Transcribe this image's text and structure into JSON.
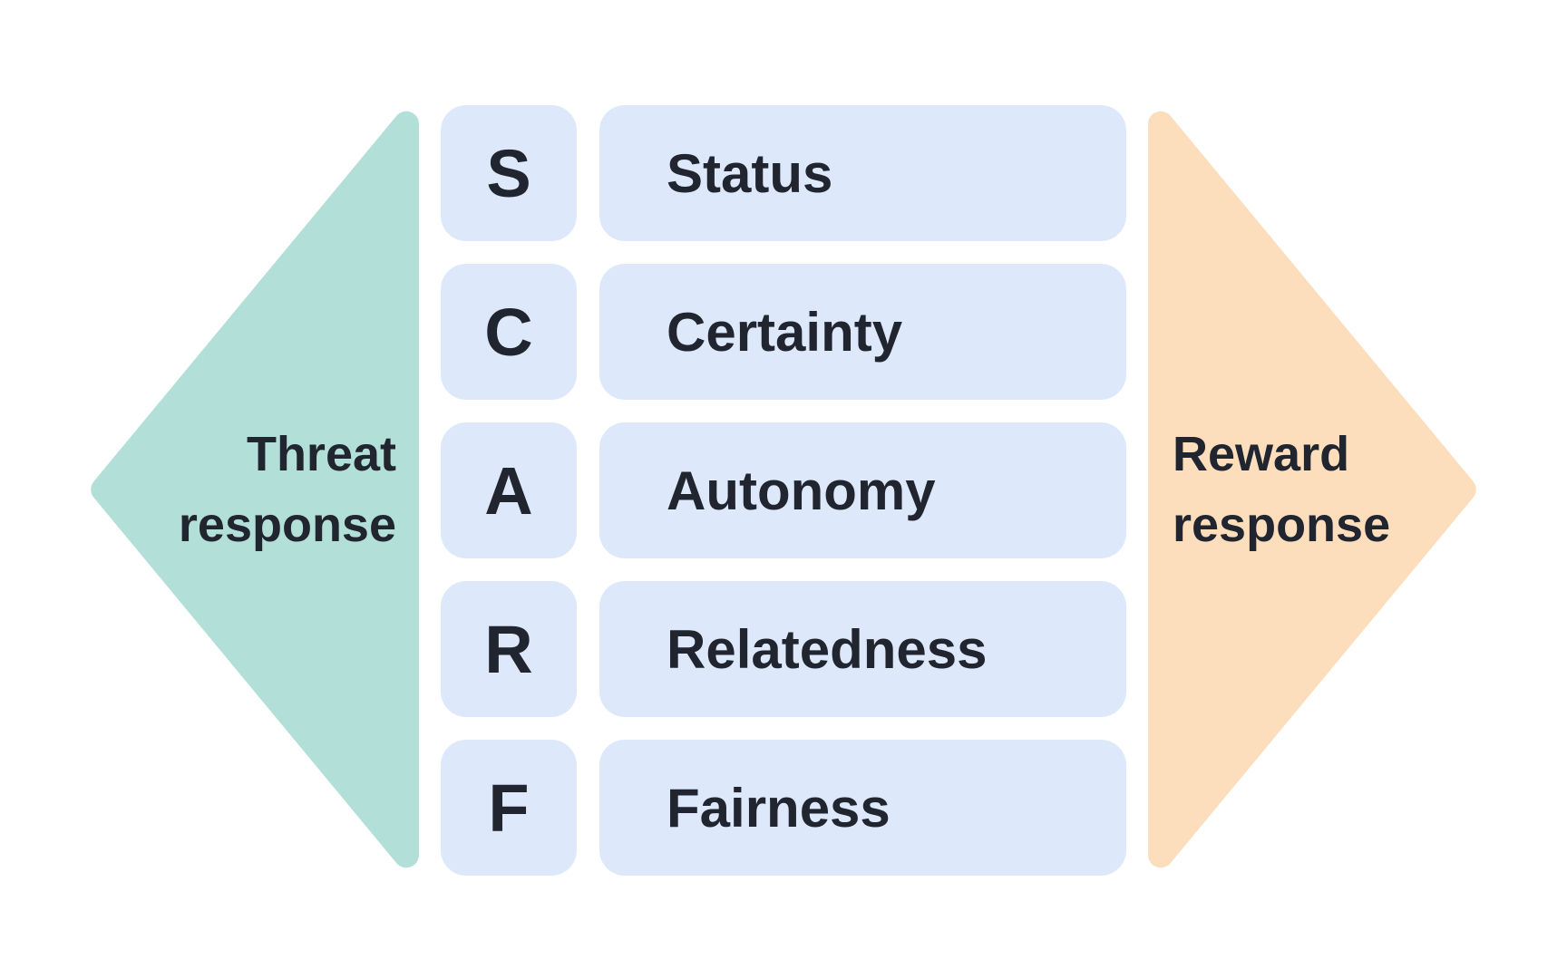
{
  "colors": {
    "teal": "#b2dfd8",
    "peach": "#fcdebc",
    "blue": "#dde9fb",
    "ink": "#21252f"
  },
  "left_arrow": {
    "line1": "Threat",
    "line2": "response"
  },
  "right_arrow": {
    "line1": "Reward",
    "line2": "response"
  },
  "rows": [
    {
      "letter": "S",
      "label": "Status"
    },
    {
      "letter": "C",
      "label": "Certainty"
    },
    {
      "letter": "A",
      "label": "Autonomy"
    },
    {
      "letter": "R",
      "label": "Relatedness"
    },
    {
      "letter": "F",
      "label": "Fairness"
    }
  ]
}
